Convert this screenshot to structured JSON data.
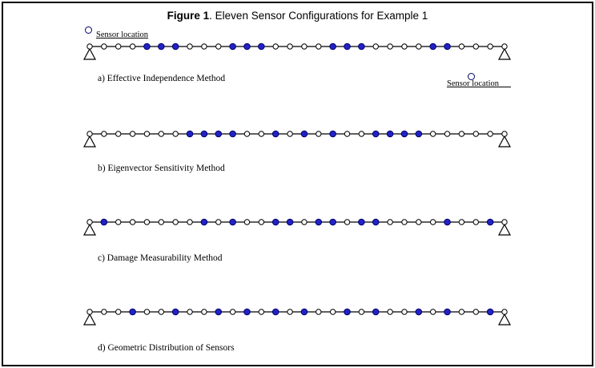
{
  "title": {
    "bold": "Figure 1",
    "rest": ". Eleven Sensor Configurations for Example 1"
  },
  "legend": {
    "label": "Sensor location"
  },
  "legend_right": {
    "label": "Sensor location"
  },
  "colors": {
    "sensor_fill": "#2222c4",
    "sensor_edge": "#00006b",
    "node_fill": "#ffffff",
    "line": "#000000"
  },
  "beam": {
    "node_count": 30
  },
  "rows": [
    {
      "id": "a",
      "label": "a) Effective Independence Method",
      "sensors": [
        4,
        5,
        6,
        10,
        11,
        12,
        17,
        18,
        19,
        24,
        25
      ]
    },
    {
      "id": "b",
      "label": "b) Eigenvector Sensitivity Method",
      "sensors": [
        7,
        8,
        9,
        10,
        13,
        15,
        17,
        20,
        21,
        22,
        23
      ]
    },
    {
      "id": "c",
      "label": "c) Damage Measurability Method",
      "sensors": [
        1,
        8,
        10,
        13,
        14,
        16,
        17,
        19,
        20,
        25,
        28
      ]
    },
    {
      "id": "d",
      "label": "d) Geometric Distribution of Sensors",
      "sensors": [
        3,
        6,
        9,
        11,
        13,
        15,
        18,
        20,
        23,
        25,
        28
      ]
    }
  ]
}
